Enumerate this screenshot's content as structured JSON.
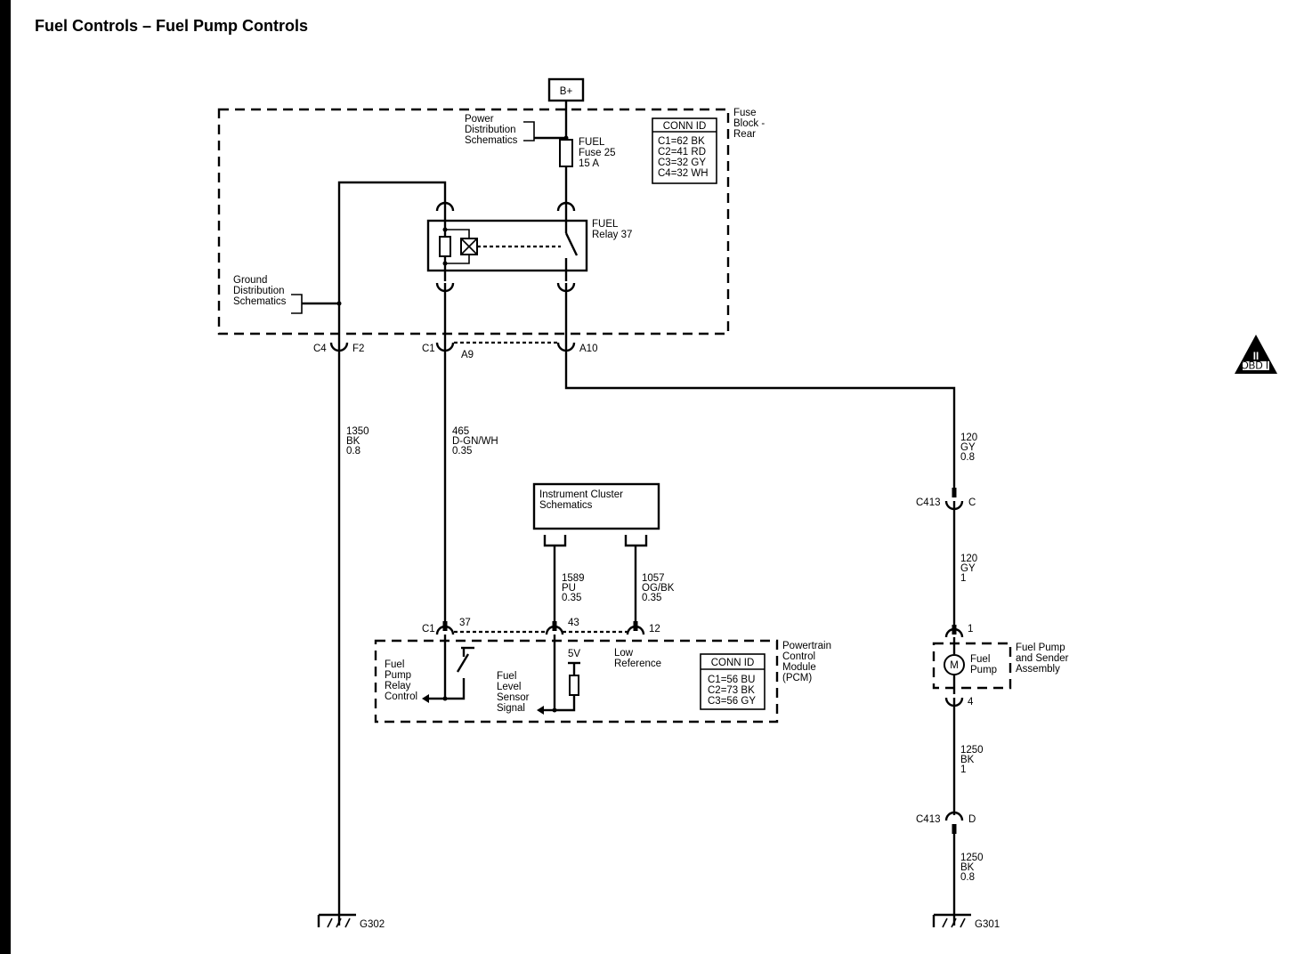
{
  "title": "Fuel Controls – Fuel Pump Controls",
  "colors": {
    "line": "#000000",
    "background": "#ffffff"
  },
  "badge": {
    "numeral": "II",
    "text": "OBD II",
    "icon": "obd-ii-triangle-icon"
  },
  "power": {
    "label": "B+"
  },
  "fuse_block": {
    "label": [
      "Fuse",
      "Block -",
      "Rear"
    ],
    "power_dist": [
      "Power",
      "Distribution",
      "Schematics"
    ],
    "ground_dist": [
      "Ground",
      "Distribution",
      "Schematics"
    ],
    "fuse": [
      "FUEL",
      "Fuse 25",
      "15 A"
    ],
    "relay": [
      "FUEL",
      "Relay 37"
    ],
    "conn_title": "CONN ID",
    "conn_rows": [
      "C1=62 BK",
      "C2=41 RD",
      "C3=32 GY",
      "C4=32 WH"
    ]
  },
  "connectors": {
    "c4": "C4",
    "f2": "F2",
    "c1_top": "C1",
    "a9": "A9",
    "a10": "A10",
    "c1_pcm": "C1",
    "p37": "37",
    "p43": "43",
    "p12": "12",
    "c413_c": "C413",
    "c413_c_pin": "C",
    "c413_d": "C413",
    "c413_d_pin": "D",
    "pump_1": "1",
    "pump_4": "4"
  },
  "wires": {
    "w1350": [
      "1350",
      "BK",
      "0.8"
    ],
    "w465": [
      "465",
      "D-GN/WH",
      "0.35"
    ],
    "w1589": [
      "1589",
      "PU",
      "0.35"
    ],
    "w1057": [
      "1057",
      "OG/BK",
      "0.35"
    ],
    "w120a": [
      "120",
      "GY",
      "0.8"
    ],
    "w120b": [
      "120",
      "GY",
      "1"
    ],
    "w1250a": [
      "1250",
      "BK",
      "1"
    ],
    "w1250b": [
      "1250",
      "BK",
      "0.8"
    ]
  },
  "instrument_cluster": [
    "Instrument Cluster",
    "Schematics"
  ],
  "pcm": {
    "label": [
      "Powertrain",
      "Control",
      "Module",
      "(PCM)"
    ],
    "relay_control": [
      "Fuel",
      "Pump",
      "Relay",
      "Control"
    ],
    "level_signal": [
      "Fuel",
      "Level",
      "Sensor",
      "Signal"
    ],
    "low_ref": [
      "Low",
      "Reference"
    ],
    "five_v": "5V",
    "conn_title": "CONN ID",
    "conn_rows": [
      "C1=56 BU",
      "C2=73 BK",
      "C3=56 GY"
    ]
  },
  "pump": {
    "motor": "M",
    "label": [
      "Fuel",
      "Pump"
    ],
    "assembly": [
      "Fuel Pump",
      "and Sender",
      "Assembly"
    ]
  },
  "grounds": {
    "g302": "G302",
    "g301": "G301"
  }
}
